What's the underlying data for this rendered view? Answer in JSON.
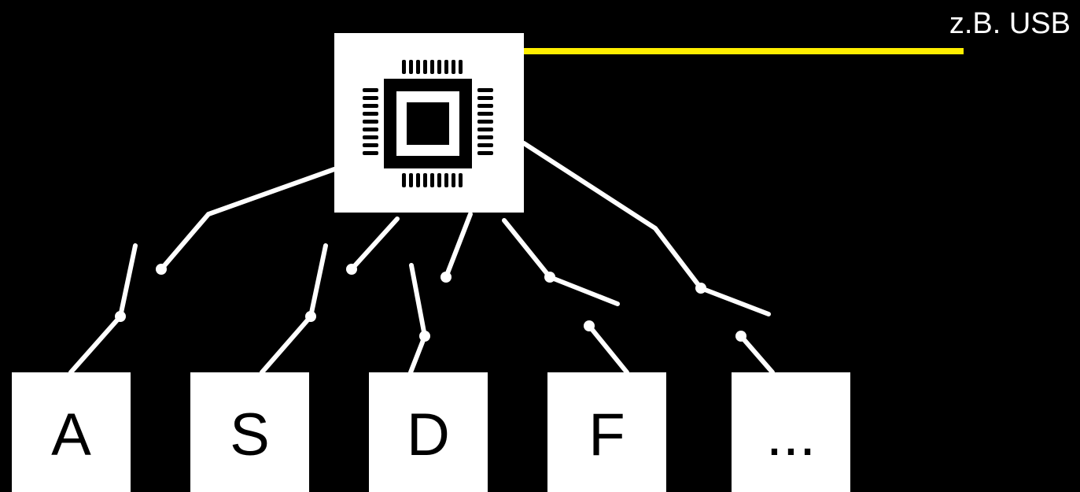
{
  "bus": {
    "label": "z.B. USB",
    "color": "#ffee00"
  },
  "controller": {
    "icon": "microcontroller-chip-icon"
  },
  "keys": [
    {
      "id": "key-a",
      "label": "A"
    },
    {
      "id": "key-s",
      "label": "S"
    },
    {
      "id": "key-d",
      "label": "D"
    },
    {
      "id": "key-f",
      "label": "F"
    },
    {
      "id": "key-more",
      "label": "..."
    }
  ],
  "switch_state": "open",
  "colors": {
    "background": "#000000",
    "wire": "#ffffff",
    "box": "#ffffff",
    "text_on_box": "#000000"
  }
}
